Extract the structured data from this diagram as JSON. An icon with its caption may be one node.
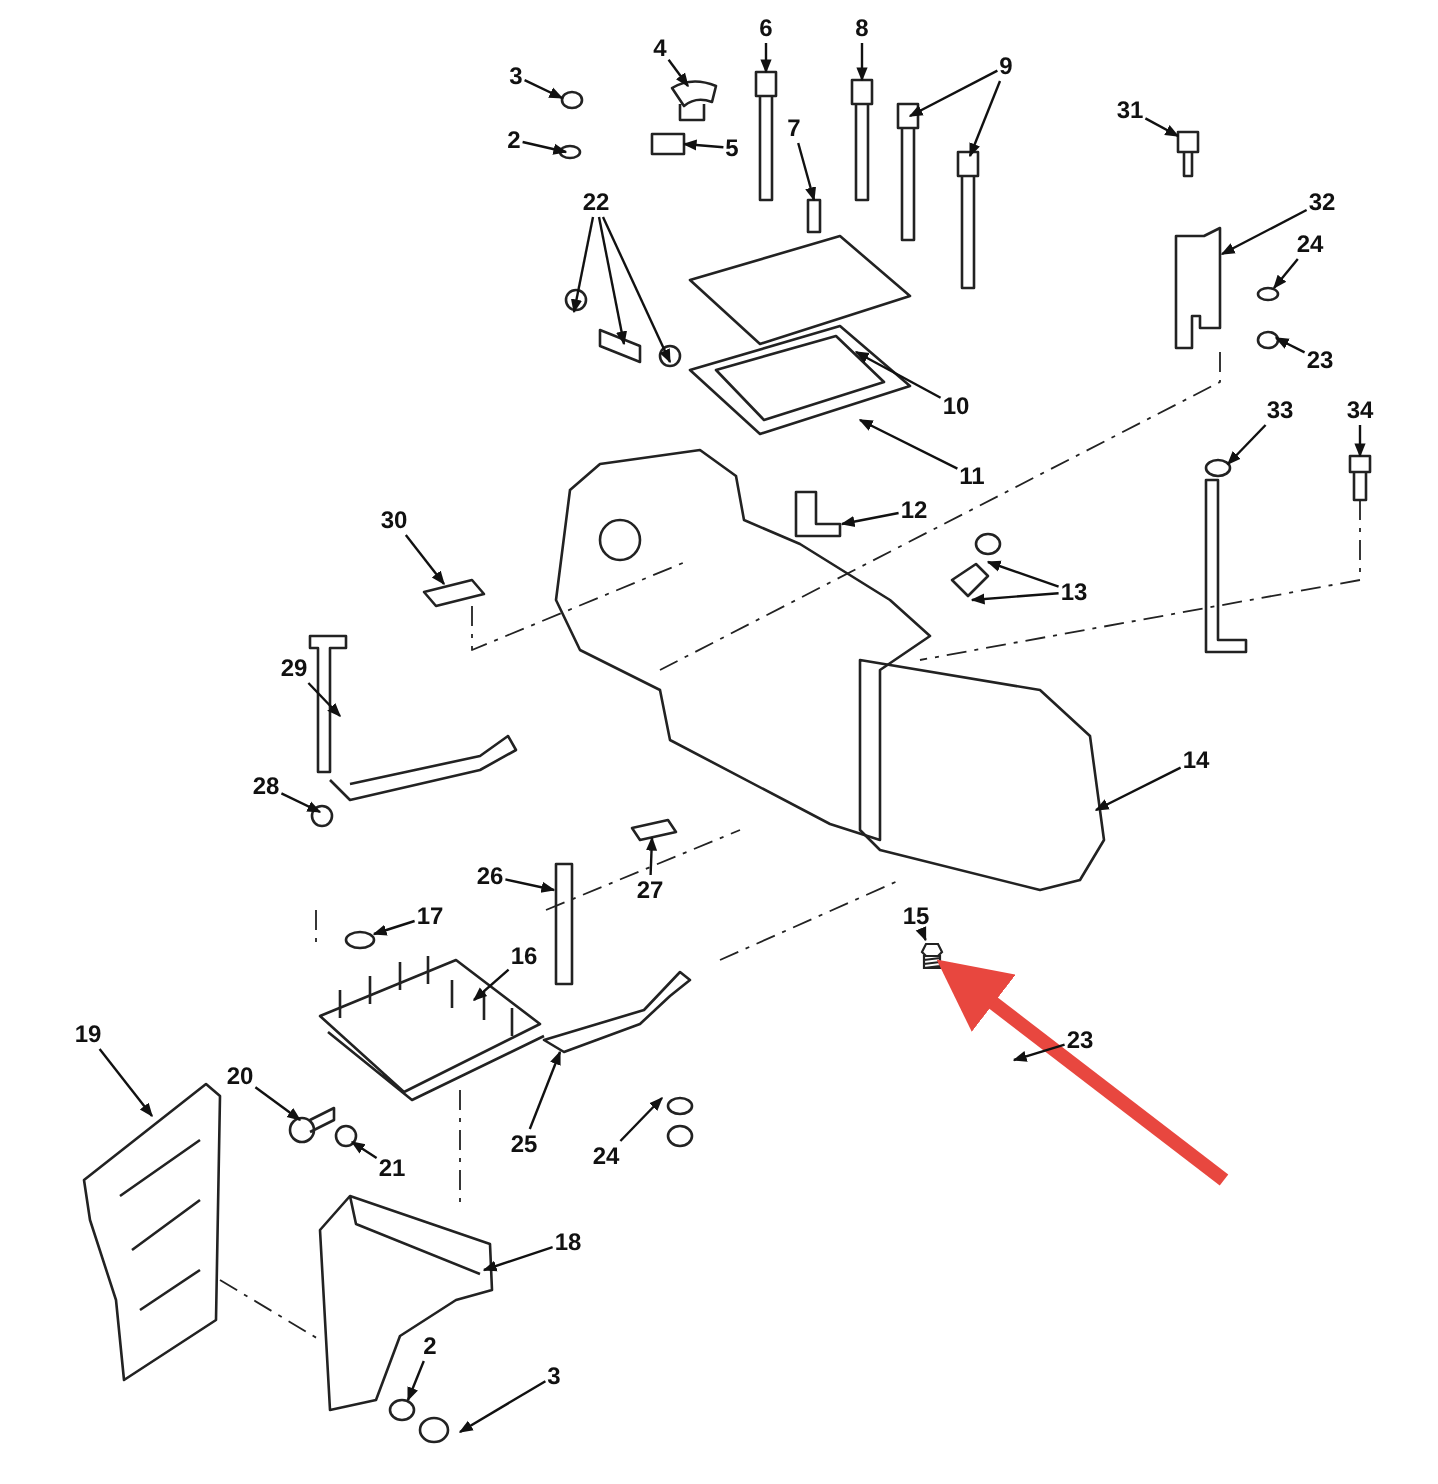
{
  "diagram": {
    "nodes": [
      {
        "text": [
          "6"
        ]
      },
      {
        "text": [
          "8"
        ]
      },
      {
        "text": [
          "4"
        ]
      },
      {
        "text": [
          "9"
        ]
      },
      {
        "text": [
          "7"
        ]
      },
      {
        "text": [
          "3"
        ]
      },
      {
        "text": [
          "5"
        ]
      },
      {
        "text": [
          "31"
        ]
      },
      {
        "text": [
          "2"
        ]
      },
      {
        "text": [
          "32"
        ]
      },
      {
        "text": [
          "22"
        ]
      },
      {
        "text": [
          "24"
        ]
      },
      {
        "text": [
          "23"
        ]
      },
      {
        "text": [
          "33"
        ]
      },
      {
        "text": [
          "34"
        ]
      },
      {
        "text": [
          "10"
        ]
      },
      {
        "text": [
          "11"
        ]
      },
      {
        "text": [
          "12"
        ]
      },
      {
        "text": [
          "30"
        ]
      },
      {
        "text": [
          "13"
        ]
      },
      {
        "text": [
          "29"
        ]
      },
      {
        "text": [
          "14"
        ]
      },
      {
        "text": [
          "28"
        ]
      },
      {
        "text": [
          "27"
        ]
      },
      {
        "text": [
          "26"
        ]
      },
      {
        "text": [
          "15"
        ]
      },
      {
        "text": [],
        "shape": "picture"
      },
      {
        "text": [
          "17"
        ]
      },
      {
        "text": [
          "16"
        ]
      },
      {
        "text": [
          "19"
        ]
      },
      {
        "text": [
          "23"
        ]
      },
      {
        "text": [
          "20"
        ]
      },
      {
        "text": [
          "21"
        ]
      },
      {
        "text": [
          "25"
        ]
      },
      {
        "text": [
          "24"
        ]
      },
      {
        "text": [
          "18"
        ]
      },
      {
        "text": [
          "2"
        ]
      },
      {
        "text": [
          "3"
        ]
      }
    ],
    "edges": [
      {
        "from": 0,
        "to": null,
        "arrow": "to"
      },
      {
        "from": 1,
        "to": null,
        "arrow": "to"
      },
      {
        "from": 2,
        "to": null,
        "arrow": "to"
      },
      {
        "from": 3,
        "to": null,
        "arrow": "to"
      },
      {
        "from": 3,
        "to": null,
        "arrow": "to"
      },
      {
        "from": 4,
        "to": null,
        "arrow": "to"
      },
      {
        "from": 5,
        "to": null,
        "arrow": "to"
      },
      {
        "from": 6,
        "to": null,
        "arrow": "to"
      },
      {
        "from": 7,
        "to": null,
        "arrow": "to"
      },
      {
        "from": 8,
        "to": null,
        "arrow": "to"
      },
      {
        "from": 9,
        "to": null,
        "arrow": "to"
      },
      {
        "from": 10,
        "to": null,
        "arrow": "to"
      },
      {
        "from": 10,
        "to": null,
        "arrow": "to"
      },
      {
        "from": 10,
        "to": null,
        "arrow": "to"
      },
      {
        "from": 11,
        "to": null,
        "arrow": "to"
      },
      {
        "from": 12,
        "to": null,
        "arrow": "to"
      },
      {
        "from": 13,
        "to": null,
        "arrow": "to"
      },
      {
        "from": 14,
        "to": null,
        "arrow": "to"
      },
      {
        "from": 15,
        "to": null,
        "arrow": "to"
      },
      {
        "from": 16,
        "to": null,
        "arrow": "to"
      },
      {
        "from": 17,
        "to": null,
        "arrow": "to"
      },
      {
        "from": 18,
        "to": null,
        "arrow": "to"
      },
      {
        "from": 19,
        "to": null,
        "arrow": "to"
      },
      {
        "from": 19,
        "to": null,
        "arrow": "to"
      },
      {
        "from": 20,
        "to": null,
        "arrow": "to"
      },
      {
        "from": 21,
        "to": null,
        "arrow": "to"
      },
      {
        "from": 22,
        "to": null,
        "arrow": "to"
      },
      {
        "from": 23,
        "to": null,
        "arrow": "to"
      },
      {
        "from": 24,
        "to": null,
        "arrow": "to"
      },
      {
        "from": 25,
        "to": 26,
        "arrow": "to"
      },
      {
        "from": null,
        "to": 26,
        "arrow": "to",
        "style": "thick",
        "color": "#e8473f"
      },
      {
        "from": 27,
        "to": null,
        "arrow": "to"
      },
      {
        "from": 28,
        "to": null,
        "arrow": "to"
      },
      {
        "from": 29,
        "to": null,
        "arrow": "to"
      },
      {
        "from": 30,
        "to": null,
        "arrow": "to"
      },
      {
        "from": 31,
        "to": null,
        "arrow": "to"
      },
      {
        "from": 32,
        "to": null,
        "arrow": "to"
      },
      {
        "from": 33,
        "to": null,
        "arrow": "to"
      },
      {
        "from": 34,
        "to": null,
        "arrow": "to"
      },
      {
        "from": 35,
        "to": null,
        "arrow": "to"
      },
      {
        "from": 36,
        "to": null,
        "arrow": "to"
      },
      {
        "from": 37,
        "to": null,
        "arrow": "to"
      }
    ]
  }
}
